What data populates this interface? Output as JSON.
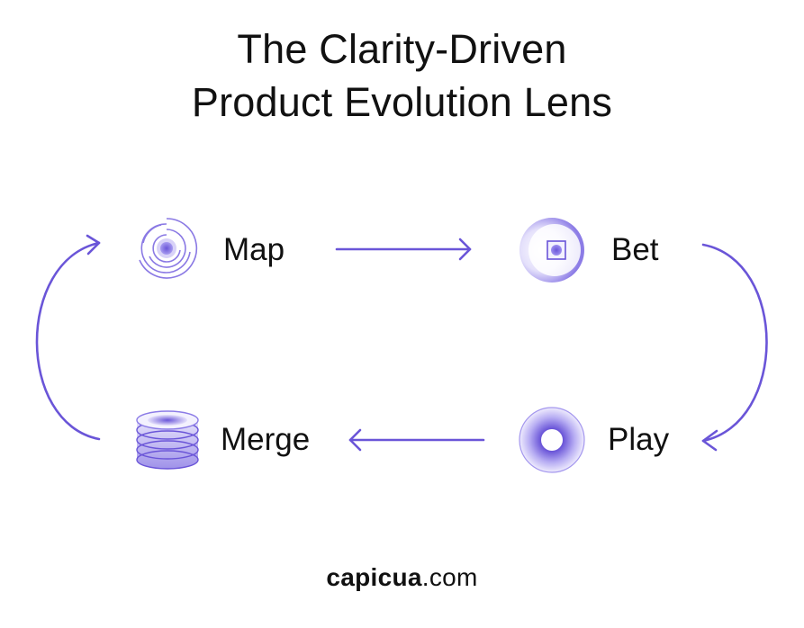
{
  "title": {
    "line1": "The Clarity-Driven",
    "line2": "Product Evolution Lens"
  },
  "nodes": {
    "map": {
      "label": "Map",
      "icon": "concentric-spiral-icon"
    },
    "bet": {
      "label": "Bet",
      "icon": "target-square-icon"
    },
    "play": {
      "label": "Play",
      "icon": "donut-ring-icon"
    },
    "merge": {
      "label": "Merge",
      "icon": "stacked-coil-icon"
    }
  },
  "flow": [
    "Map",
    "Bet",
    "Play",
    "Merge"
  ],
  "footer": {
    "brand": "capicua",
    "tld": ".com"
  },
  "colors": {
    "accent": "#6a55d8",
    "accent_light": "#b9b0f2",
    "text": "#111111",
    "background": "#ffffff"
  }
}
